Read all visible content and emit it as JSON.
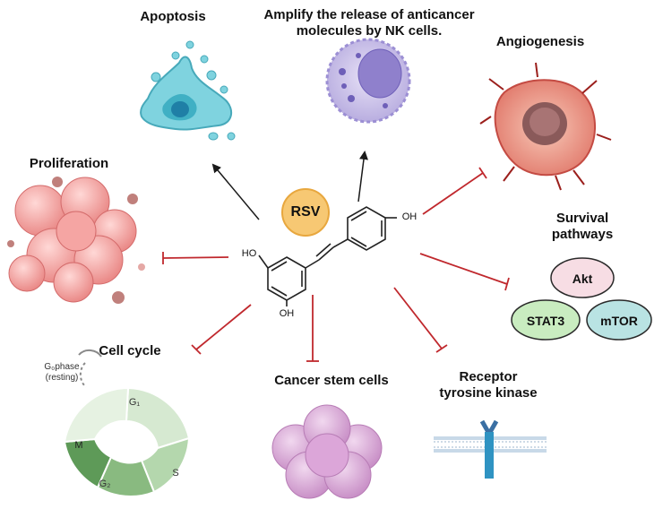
{
  "center": {
    "drug_label": "RSV",
    "molecule_groups": [
      "HO",
      "OH",
      "OH"
    ]
  },
  "effects": {
    "apoptosis": "Apoptosis",
    "nk_line1": "Amplify the release of anticancer",
    "nk_line2": "molecules by NK cells.",
    "angiogenesis": "Angiogenesis",
    "proliferation": "Proliferation",
    "survival_line1": "Survival",
    "survival_line2": "pathways",
    "cell_cycle": "Cell cycle",
    "cancer_stem_cells": "Cancer stem cells",
    "rtk_line1": "Receptor",
    "rtk_line2": "tyrosine kinase"
  },
  "pathways": [
    "Akt",
    "STAT3",
    "mTOR"
  ],
  "cell_cycle_phases": {
    "g0_line1": "G₀phase",
    "g0_line2": "(resting)",
    "g1": "G₁",
    "s": "S",
    "g2": "G₂",
    "m": "M"
  },
  "colors": {
    "activate_arrow": "#1a1a1a",
    "inhibit_arrow": "#c0282d",
    "rsv_circle": "#f7c873",
    "akt": "#f7dde4",
    "stat3": "#c9ecc0",
    "mtor": "#b9e3e3"
  }
}
